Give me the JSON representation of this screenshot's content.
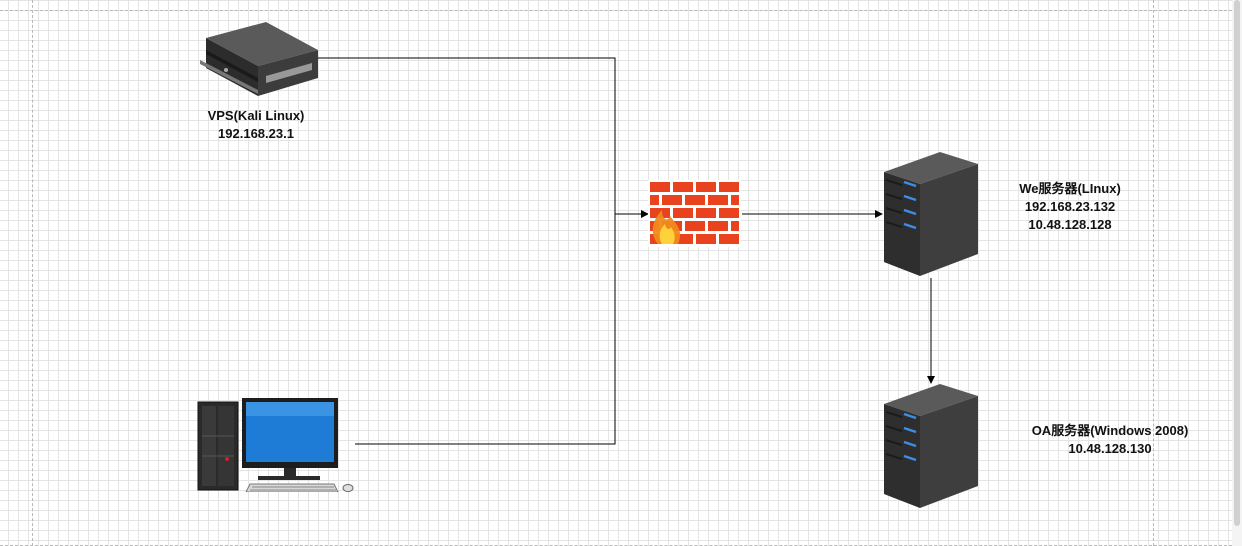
{
  "nodes": {
    "vps": {
      "name": "VPS(Kali Linux)",
      "ip": "192.168.23.1"
    },
    "web_server": {
      "name": "We服务器(LInux)",
      "ip_public": "192.168.23.132",
      "ip_internal": "10.48.128.128"
    },
    "oa_server": {
      "name": "OA服务器(Windows 2008)",
      "ip": "10.48.128.130"
    },
    "firewall": {
      "icon": "firewall-brick-icon"
    },
    "desktop": {
      "icon": "desktop-computer-icon"
    }
  },
  "colors": {
    "line": "#000000",
    "brick": "#e8431e",
    "mortar": "#ffffff",
    "server_body": "#3a3a3a",
    "server_led": "#3a8fe8",
    "monitor_screen": "#1e7bd6"
  }
}
